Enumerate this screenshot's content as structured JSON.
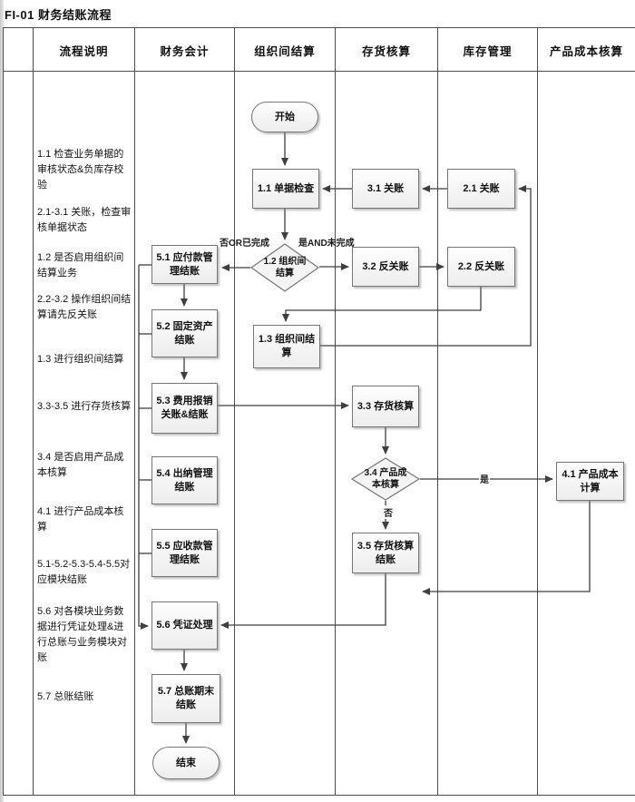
{
  "title": "FI-01 财务结账流程",
  "lanes": [
    "流程说明",
    "财务会计",
    "组织间结算",
    "存货核算",
    "库存管理",
    "产品成本核算"
  ],
  "descriptions": [
    "1.1 检查业务单据的审核状态&负库存校验",
    "2.1-3.1 关账，检查审核单据状态",
    "1.2 是否启用组织间结算业务",
    "2.2-3.2 操作组织间结算请先反关账",
    "1.3 进行组织间结算",
    "3.3-3.5 进行存货核算",
    "3.4 是否启用产品成本核算",
    "4.1 进行产品成本核算",
    "5.1-5.2-5.3-5.4-5.5对应模块结账",
    "5.6 对各模块业务数据进行凭证处理&进行总账与业务模块对账",
    "5.7 总账结账"
  ],
  "nodes": {
    "start": "开始",
    "end": "结束",
    "n11": "1.1 单据检查",
    "n31": "3.1 关账",
    "n21": "2.1 关账",
    "d12": "1.2 组织间结算",
    "n32": "3.2 反关账",
    "n22": "2.2 反关账",
    "n13": "1.3 组织间结算",
    "n51": "5.1 应付款管理结账",
    "n52": "5.2 固定资产结账",
    "n53": "5.3 费用报销关账&结账",
    "n33": "3.3 存货核算",
    "d34": "3.4 产品成本核算",
    "n41": "4.1 产品成本计算",
    "n35": "3.5 存货核算结账",
    "n54": "5.4 出纳管理结账",
    "n55": "5.5 应收款管理结账",
    "n56": "5.6 凭证处理",
    "n57": "5.7 总账期末结账"
  },
  "edge_labels": {
    "no_or_done": "否OR已完成",
    "yes_and_not_done": "是AND未完成",
    "yes": "是",
    "no": "否"
  },
  "colors": {
    "line": "#3f3f3f",
    "table_line": "#4e4e4e",
    "box_border": "#767676",
    "box_fill_top": "#fefefe",
    "box_fill_bottom": "#ededed"
  }
}
